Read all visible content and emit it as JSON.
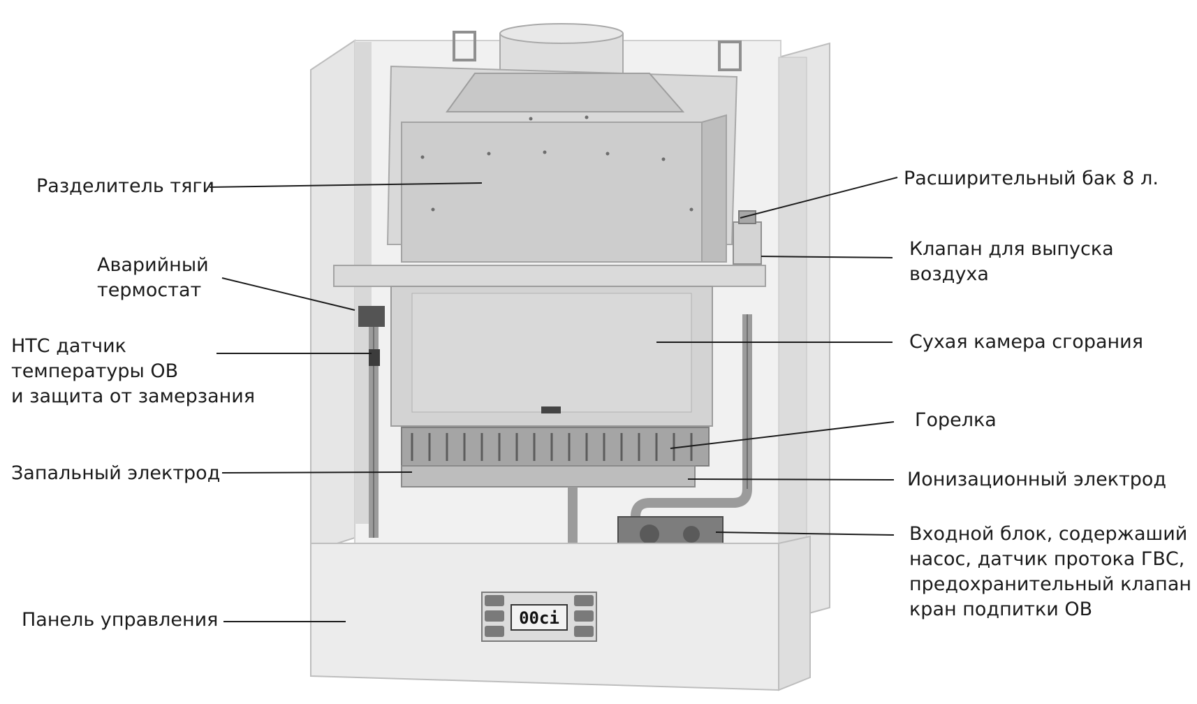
{
  "labels": {
    "draft_divider": "Разделитель тяги",
    "emergency_thermostat": [
      "Аварийный",
      "термостат"
    ],
    "ntc_sensor": [
      "НТС датчик",
      "температуры ОВ",
      "и защита от замерзания"
    ],
    "ignition_electrode": "Запальный электрод",
    "control_panel": "Панель управления",
    "expansion_tank": "Расширительный бак 8 л.",
    "air_vent_valve": [
      "Клапан для выпуска",
      "воздуха"
    ],
    "dry_combustion_chamber": "Сухая камера сгорания",
    "burner": "Горелка",
    "ionization_electrode": "Ионизационный электрод",
    "inlet_block": [
      "Входной блок, содержаший",
      "насос, датчик протока ГВС,",
      "предохранительный клапан и",
      "кран подпитки ОВ"
    ]
  },
  "display": {
    "reading": "00ci"
  },
  "colors": {
    "frame": "#e9e9e9",
    "frame_shadow": "#cfcfcf",
    "hood": "#cdcdcd",
    "hood_dark": "#b8b8b8",
    "chamber": "#d6d6d6",
    "burner": "#9a9a9a",
    "leader": "#1a1a1a",
    "lcd": "#ededed",
    "button": "#7a7a7a"
  }
}
